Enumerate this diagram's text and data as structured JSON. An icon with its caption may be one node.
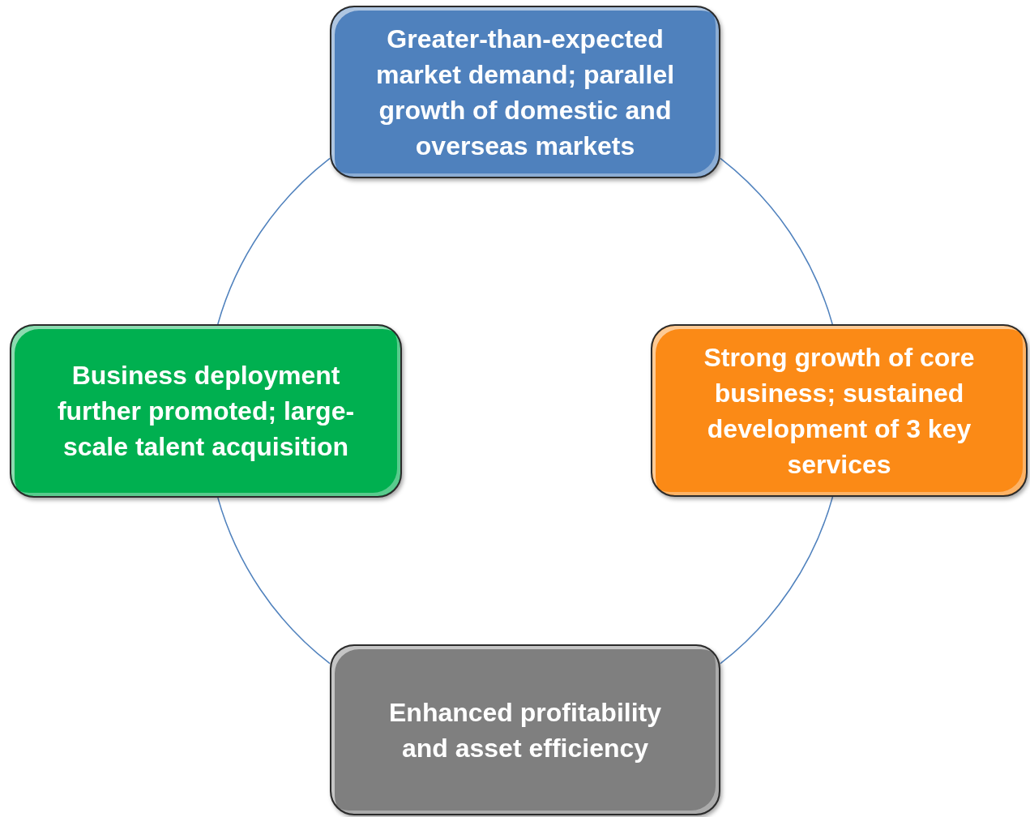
{
  "diagram": {
    "nodes": [
      {
        "text": [
          "Greater-than-expected market demand; parallel growth of domestic and overseas markets"
        ]
      },
      {
        "text": [
          "Strong growth of core business; sustained development of 3 key services"
        ]
      },
      {
        "text": [
          "Enhanced profitability and asset efficiency"
        ]
      },
      {
        "text": [
          "Business deployment further promoted; large-scale talent acquisition"
        ]
      }
    ],
    "edges": [
      {
        "from": 0,
        "to": 1,
        "arrow": "none"
      },
      {
        "from": 1,
        "to": 2,
        "arrow": "none"
      },
      {
        "from": 2,
        "to": 3,
        "arrow": "none"
      },
      {
        "from": 3,
        "to": 0,
        "arrow": "none"
      }
    ]
  }
}
